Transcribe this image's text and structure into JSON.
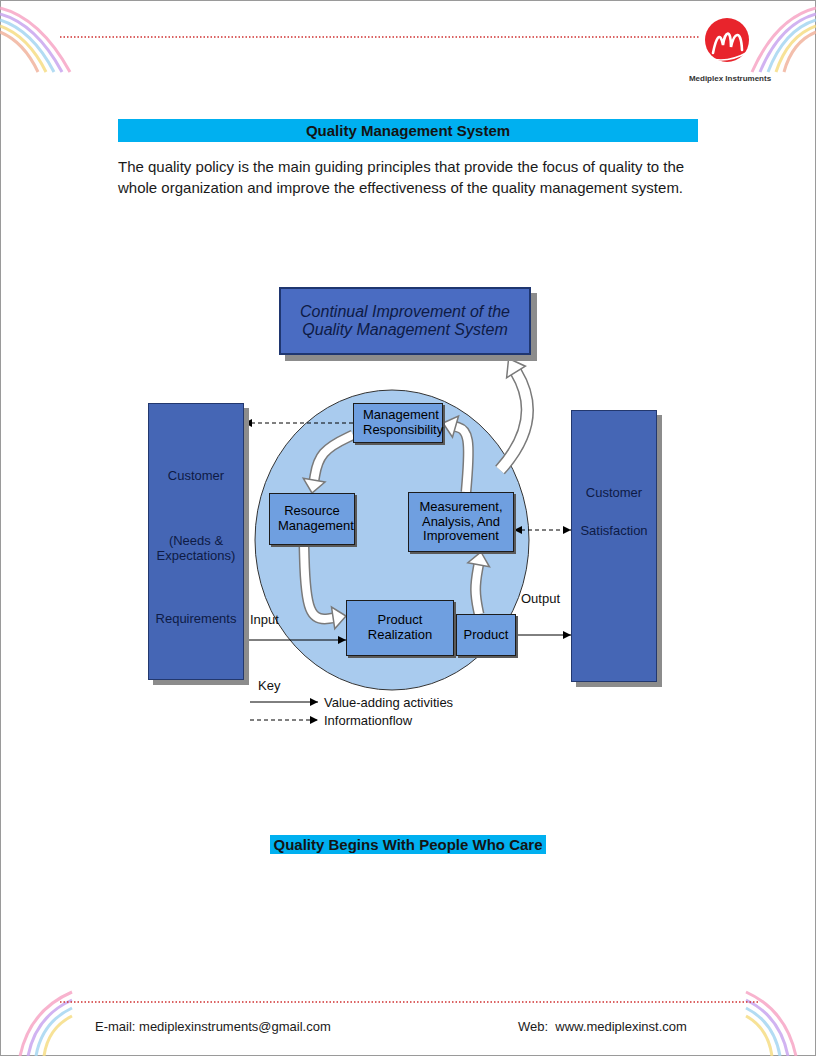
{
  "diagram": {
    "title": "Quality Management System",
    "caption": "Quality Begins With People Who Care",
    "nodes": [
      {
        "text": [
          "Continual Improvement of the Quality Management System"
        ]
      },
      {
        "text": [
          "Customer",
          "(Needs & Expectations)",
          "Requirements"
        ]
      },
      {
        "text": [
          "Management Responsibility"
        ]
      },
      {
        "text": [
          "Resource Management"
        ]
      },
      {
        "text": [
          "Measurement, Analysis, And Improvement"
        ]
      },
      {
        "text": [
          "Product Realization"
        ]
      },
      {
        "text": [
          "Product"
        ]
      },
      {
        "text": [
          "Customer",
          "Satisfaction"
        ]
      }
    ],
    "edges": [
      {
        "from": 2,
        "to": 1,
        "arrow": "to"
      },
      {
        "from": 4,
        "to": 7,
        "arrow": "both"
      },
      {
        "from": 1,
        "to": 5,
        "label": "Input",
        "arrow": "to"
      },
      {
        "from": 6,
        "to": 7,
        "label": "Output",
        "arrow": "to"
      },
      {
        "from": 2,
        "to": 3,
        "arrow": "to"
      },
      {
        "from": 3,
        "to": 5,
        "arrow": "to"
      },
      {
        "from": 6,
        "to": 4,
        "arrow": "to"
      },
      {
        "from": 4,
        "to": 2,
        "arrow": "to"
      }
    ],
    "labels": [
      "Mediplex Instruments",
      "The quality policy is the main guiding principles that provide the focus of quality to the whole organization and improve the effectiveness of the quality management system.",
      "Key",
      "E-mail: mediplexinstruments@gmail.com",
      "Web:  www.mediplexinst.com"
    ],
    "legend": [
      {
        "text": "Value-adding activities"
      },
      {
        "text": "Informationflow"
      }
    ]
  }
}
